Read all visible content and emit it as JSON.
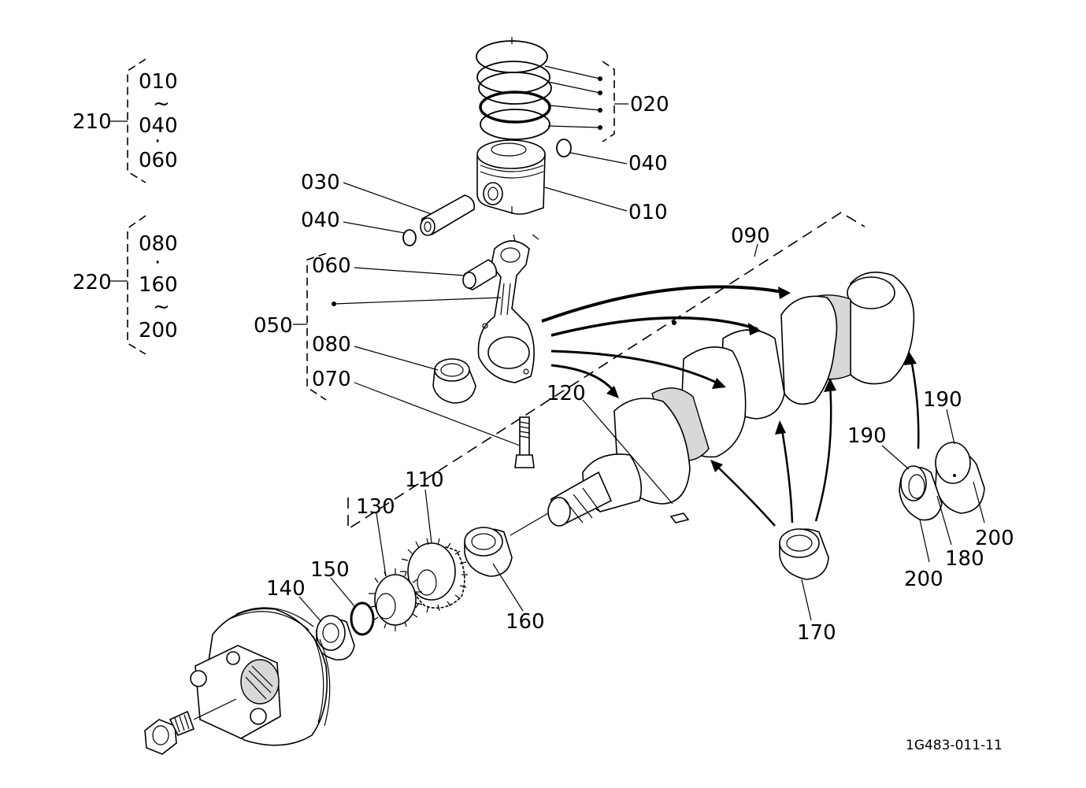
{
  "groups": {
    "g210": {
      "label": "210",
      "items": [
        "010",
        "~",
        "040",
        "·",
        "060"
      ]
    },
    "g220": {
      "label": "220",
      "items": [
        "080",
        "·",
        "160",
        "~",
        "200"
      ]
    },
    "g020": {
      "label": "020"
    },
    "g050": {
      "label": "050",
      "items": [
        "060",
        "080",
        "070"
      ]
    }
  },
  "callouts": {
    "c040a": "040",
    "c010": "010",
    "c030": "030",
    "c040b": "040",
    "c090": "090",
    "c120": "120",
    "c110": "110",
    "c130": "130",
    "c150": "150",
    "c140": "140",
    "c160": "160",
    "c170": "170",
    "c190a": "190",
    "c190b": "190",
    "c200a": "200",
    "c200b": "200",
    "c180": "180"
  },
  "drawing_number": "1G483-011-11"
}
